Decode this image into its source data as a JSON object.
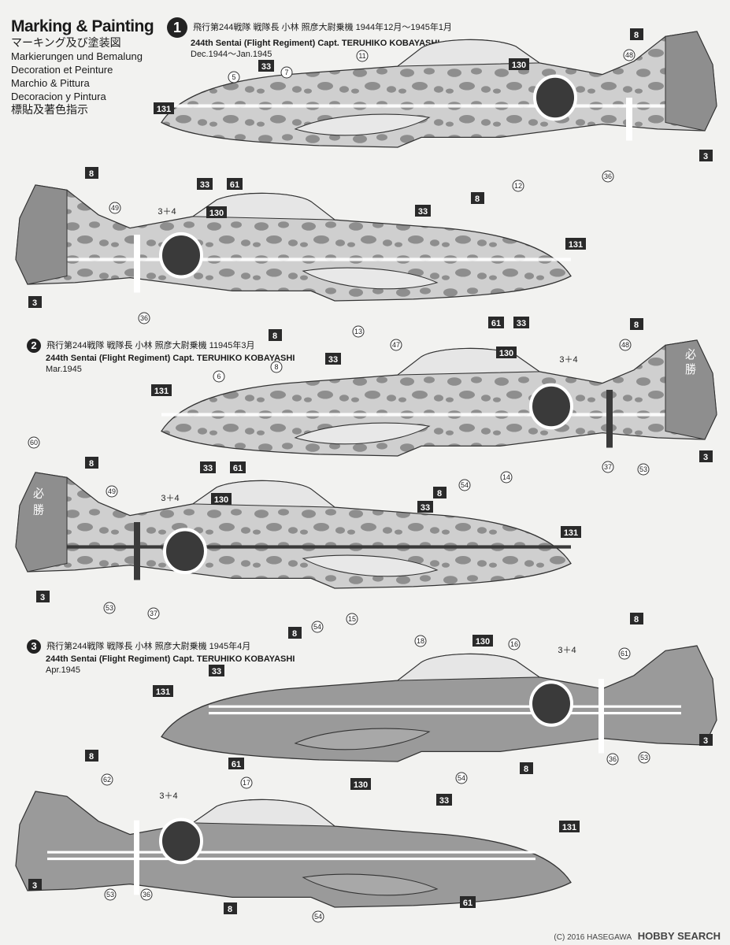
{
  "header": {
    "title": "Marking & Painting",
    "subtitles": [
      "マーキング及び塗装図",
      "Markierungen und Bemalung",
      "Decoration et Peinture",
      "Marchio & Pittura",
      "Decoracion y Pintura",
      "標貼及著色指示"
    ]
  },
  "versions": [
    {
      "num": "1",
      "jp": "飛行第244戦隊 戦隊長 小林 照彦大尉乗機 1944年12月～1945年1月",
      "en": "244th Sentai (Flight Regiment) Capt. TERUHIKO KOBAYASHI",
      "date": "Dec.1944～Jan.1945"
    },
    {
      "num": "2",
      "jp": "飛行第244戦隊 戦隊長 小林 照彦大尉乗機 11945年3月",
      "en": "244th Sentai (Flight Regiment) Capt. TERUHIKO KOBAYASHI",
      "date": "Mar.1945"
    },
    {
      "num": "3",
      "jp": "飛行第244戦隊 戦隊長 小林 照彦大尉乗機 1945年4月",
      "en": "244th Sentai (Flight Regiment) Capt. TERUHIKO KOBAYASHI",
      "date": "Apr.1945"
    }
  ],
  "tail_kanji": [
    "必",
    "勝"
  ],
  "footer": {
    "marker": "(C) 2016 HASEGAWA",
    "site": "HOBBY SEARCH"
  },
  "colors": {
    "hinomaru": "#3a3a3a",
    "camo_light": "#cfcfcf",
    "camo_dark": "#8e8e8e",
    "green_solid": "#9a9a9a",
    "label_box": "#2a2a2a"
  },
  "labels": {
    "p1": {
      "b8a": "8",
      "b3a": "3",
      "b130": "130",
      "b131": "131",
      "b33a": "33",
      "b33b": "33",
      "b61": "61",
      "b8b": "8",
      "c5": "5",
      "c7": "7",
      "c11": "11",
      "c48": "48",
      "c12": "12",
      "c36": "36"
    },
    "p2": {
      "b8a": "8",
      "b3a": "3",
      "b130": "130",
      "b131": "131",
      "b33a": "33",
      "b33b": "33",
      "b61": "61",
      "b8b": "8",
      "c49": "49",
      "c34": "3＋4",
      "c36": "36",
      "c13": "13"
    },
    "p3": {
      "b8a": "8",
      "b3a": "3",
      "b130": "130",
      "b131": "131",
      "b33a": "33",
      "b33b": "33",
      "b61": "61",
      "b8b": "8",
      "c6": "6",
      "c8": "8",
      "c47": "47",
      "c34": "3＋4",
      "c48": "48",
      "c37": "37",
      "c53": "53",
      "c54": "54",
      "c14": "14"
    },
    "p4": {
      "b8a": "8",
      "b3a": "3",
      "b130": "130",
      "b131": "131",
      "b33a": "33",
      "b8b": "8",
      "c60": "60",
      "c49": "49",
      "c34": "3＋4",
      "c53": "53",
      "c37": "37",
      "c15": "15",
      "c54": "54"
    },
    "p5": {
      "b8a": "8",
      "b3a": "3",
      "b130": "130",
      "b131": "131",
      "b33a": "33",
      "b61": "61",
      "b8b": "8",
      "c18": "18",
      "c16": "16",
      "c34": "3＋4",
      "c61": "61",
      "c36": "36",
      "c53": "53",
      "c54": "54"
    },
    "p6": {
      "b8a": "8",
      "b3a": "3",
      "b130": "130",
      "b131": "131",
      "b33a": "33",
      "b61": "61",
      "b8b": "8",
      "c62": "62",
      "c34": "3＋4",
      "c17": "17",
      "c53": "53",
      "c36": "36",
      "c54": "54"
    }
  }
}
